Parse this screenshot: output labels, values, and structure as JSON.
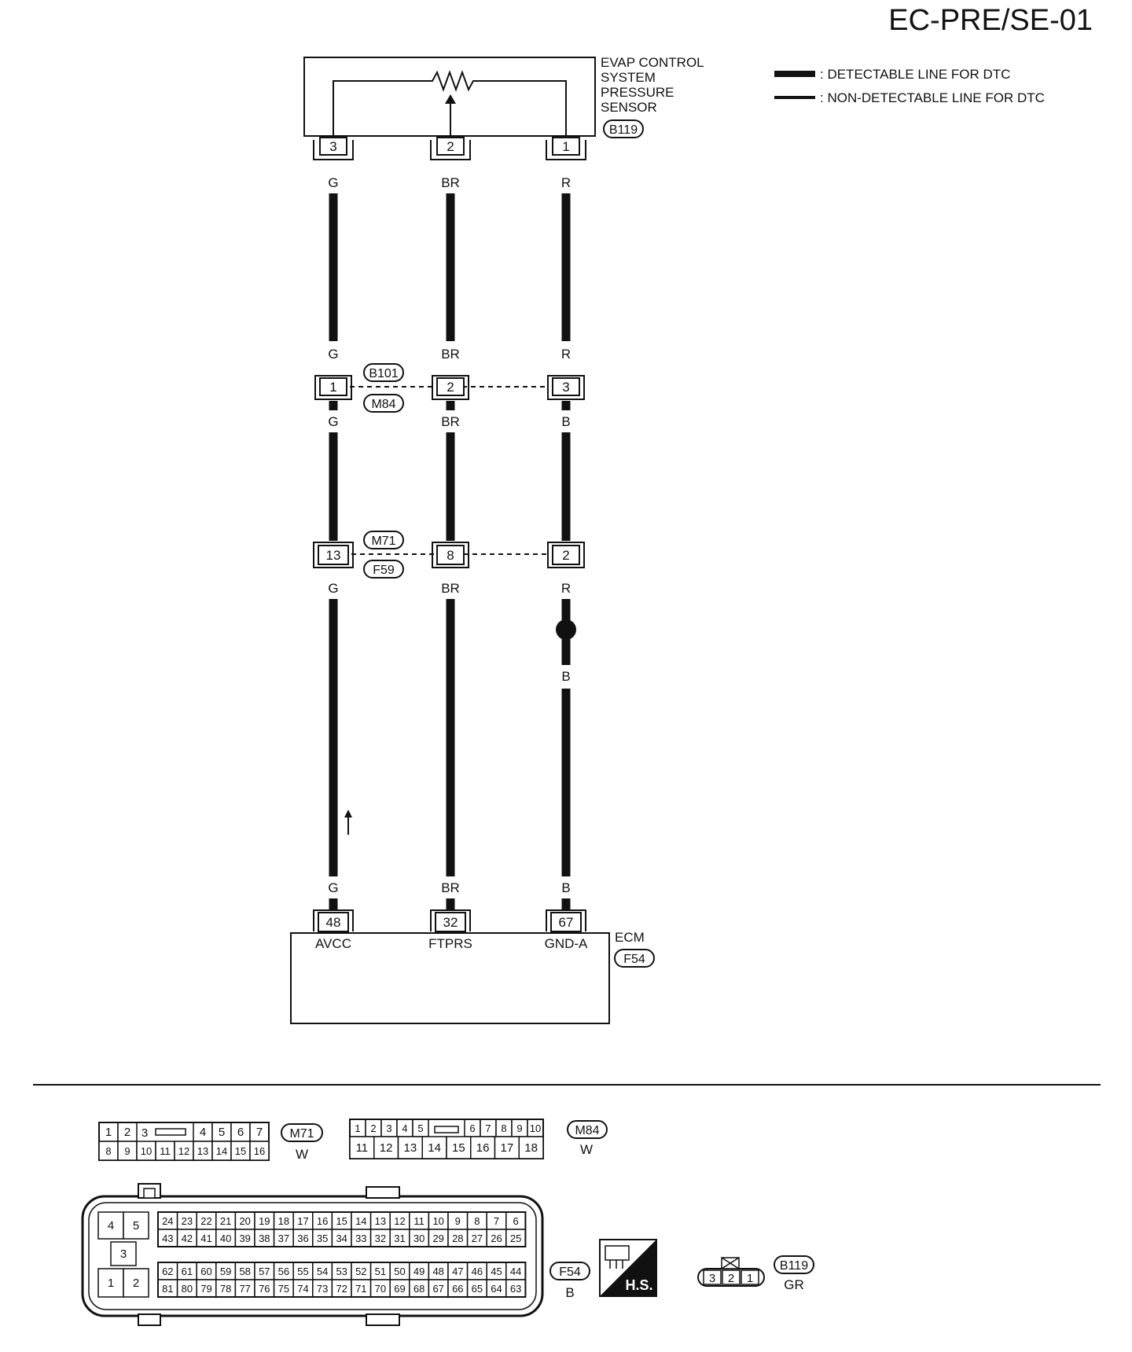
{
  "page_code": "EC-PRE/SE-01",
  "legend": {
    "detectable": ": DETECTABLE LINE FOR DTC",
    "non_detectable": ": NON-DETECTABLE LINE FOR DTC"
  },
  "sensor": {
    "name_lines": [
      "EVAP CONTROL",
      "SYSTEM",
      "PRESSURE",
      "SENSOR"
    ],
    "connector": "B119",
    "pins": [
      "3",
      "2",
      "1"
    ]
  },
  "wires_top": [
    "G",
    "BR",
    "R"
  ],
  "joint1": {
    "wires_above": [
      "G",
      "BR",
      "R"
    ],
    "pins": [
      "1",
      "2",
      "3"
    ],
    "connector_upper": "B101",
    "connector_lower": "M84",
    "wires_below": [
      "G",
      "BR",
      "B"
    ]
  },
  "joint2": {
    "pins": [
      "13",
      "8",
      "2"
    ],
    "connector_upper": "M71",
    "connector_lower": "F59",
    "wires_below": [
      "G",
      "BR",
      "R"
    ]
  },
  "splice_wire_below": "B",
  "ecm": {
    "wires_above": [
      "G",
      "BR",
      "B"
    ],
    "pins": [
      "48",
      "32",
      "67"
    ],
    "terminals": [
      "AVCC",
      "FTPRS",
      "GND-A"
    ],
    "name": "ECM",
    "connector": "F54"
  },
  "face_views": {
    "m71": {
      "id": "M71",
      "color": "W",
      "top_row": [
        "1",
        "2",
        "3",
        "4",
        "5",
        "6",
        "7"
      ],
      "bottom_row": [
        "8",
        "9",
        "10",
        "11",
        "12",
        "13",
        "14",
        "15",
        "16"
      ]
    },
    "m84": {
      "id": "M84",
      "color": "W",
      "top_row": [
        "1",
        "2",
        "3",
        "4",
        "5",
        "6",
        "7",
        "8",
        "9",
        "10"
      ],
      "bottom_row": [
        "11",
        "12",
        "13",
        "14",
        "15",
        "16",
        "17",
        "18"
      ]
    },
    "f54": {
      "id": "F54",
      "color": "B",
      "left_block": [
        "4",
        "5",
        "3",
        "1",
        "2"
      ],
      "row1": [
        "24",
        "23",
        "22",
        "21",
        "20",
        "19",
        "18",
        "17",
        "16",
        "15",
        "14",
        "13",
        "12",
        "11",
        "10",
        "9",
        "8",
        "7",
        "6"
      ],
      "row2": [
        "43",
        "42",
        "41",
        "40",
        "39",
        "38",
        "37",
        "36",
        "35",
        "34",
        "33",
        "32",
        "31",
        "30",
        "29",
        "28",
        "27",
        "26",
        "25"
      ],
      "row3": [
        "62",
        "61",
        "60",
        "59",
        "58",
        "57",
        "56",
        "55",
        "54",
        "53",
        "52",
        "51",
        "50",
        "49",
        "48",
        "47",
        "46",
        "45",
        "44"
      ],
      "row4": [
        "81",
        "80",
        "79",
        "78",
        "77",
        "76",
        "75",
        "74",
        "73",
        "72",
        "71",
        "70",
        "69",
        "68",
        "67",
        "66",
        "65",
        "64",
        "63"
      ]
    },
    "hs_label": "H.S.",
    "b119": {
      "id": "B119",
      "color": "GR",
      "pins": [
        "3",
        "2",
        "1"
      ]
    }
  }
}
